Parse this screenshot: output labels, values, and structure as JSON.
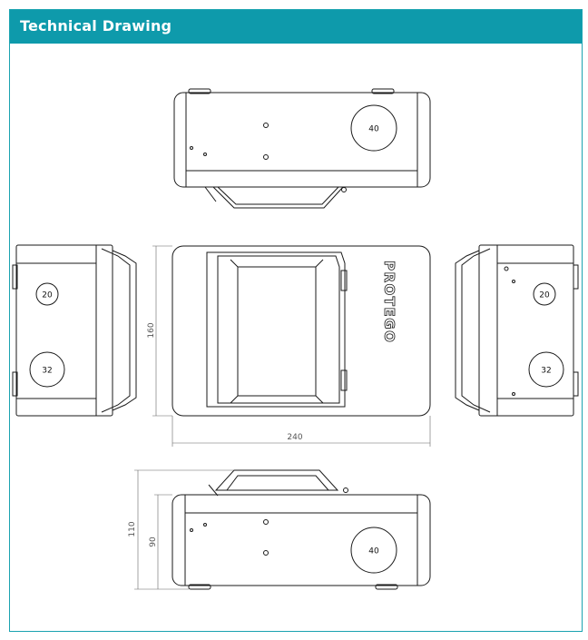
{
  "header": {
    "title": "Technical Drawing"
  },
  "top_view": {
    "port_label": "40"
  },
  "left_view": {
    "port_small_label": "20",
    "port_large_label": "32"
  },
  "right_view": {
    "port_small_label": "20",
    "port_large_label": "32"
  },
  "front_view": {
    "brand": "PROTEGO",
    "dim_height": "160",
    "dim_width": "240"
  },
  "bottom_view": {
    "port_label": "40",
    "dim_total_height": "110",
    "dim_body_height": "90"
  },
  "colors": {
    "header_bg": "#0e9aab",
    "border": "#1aa3b0",
    "line": "#1a1a1a"
  }
}
